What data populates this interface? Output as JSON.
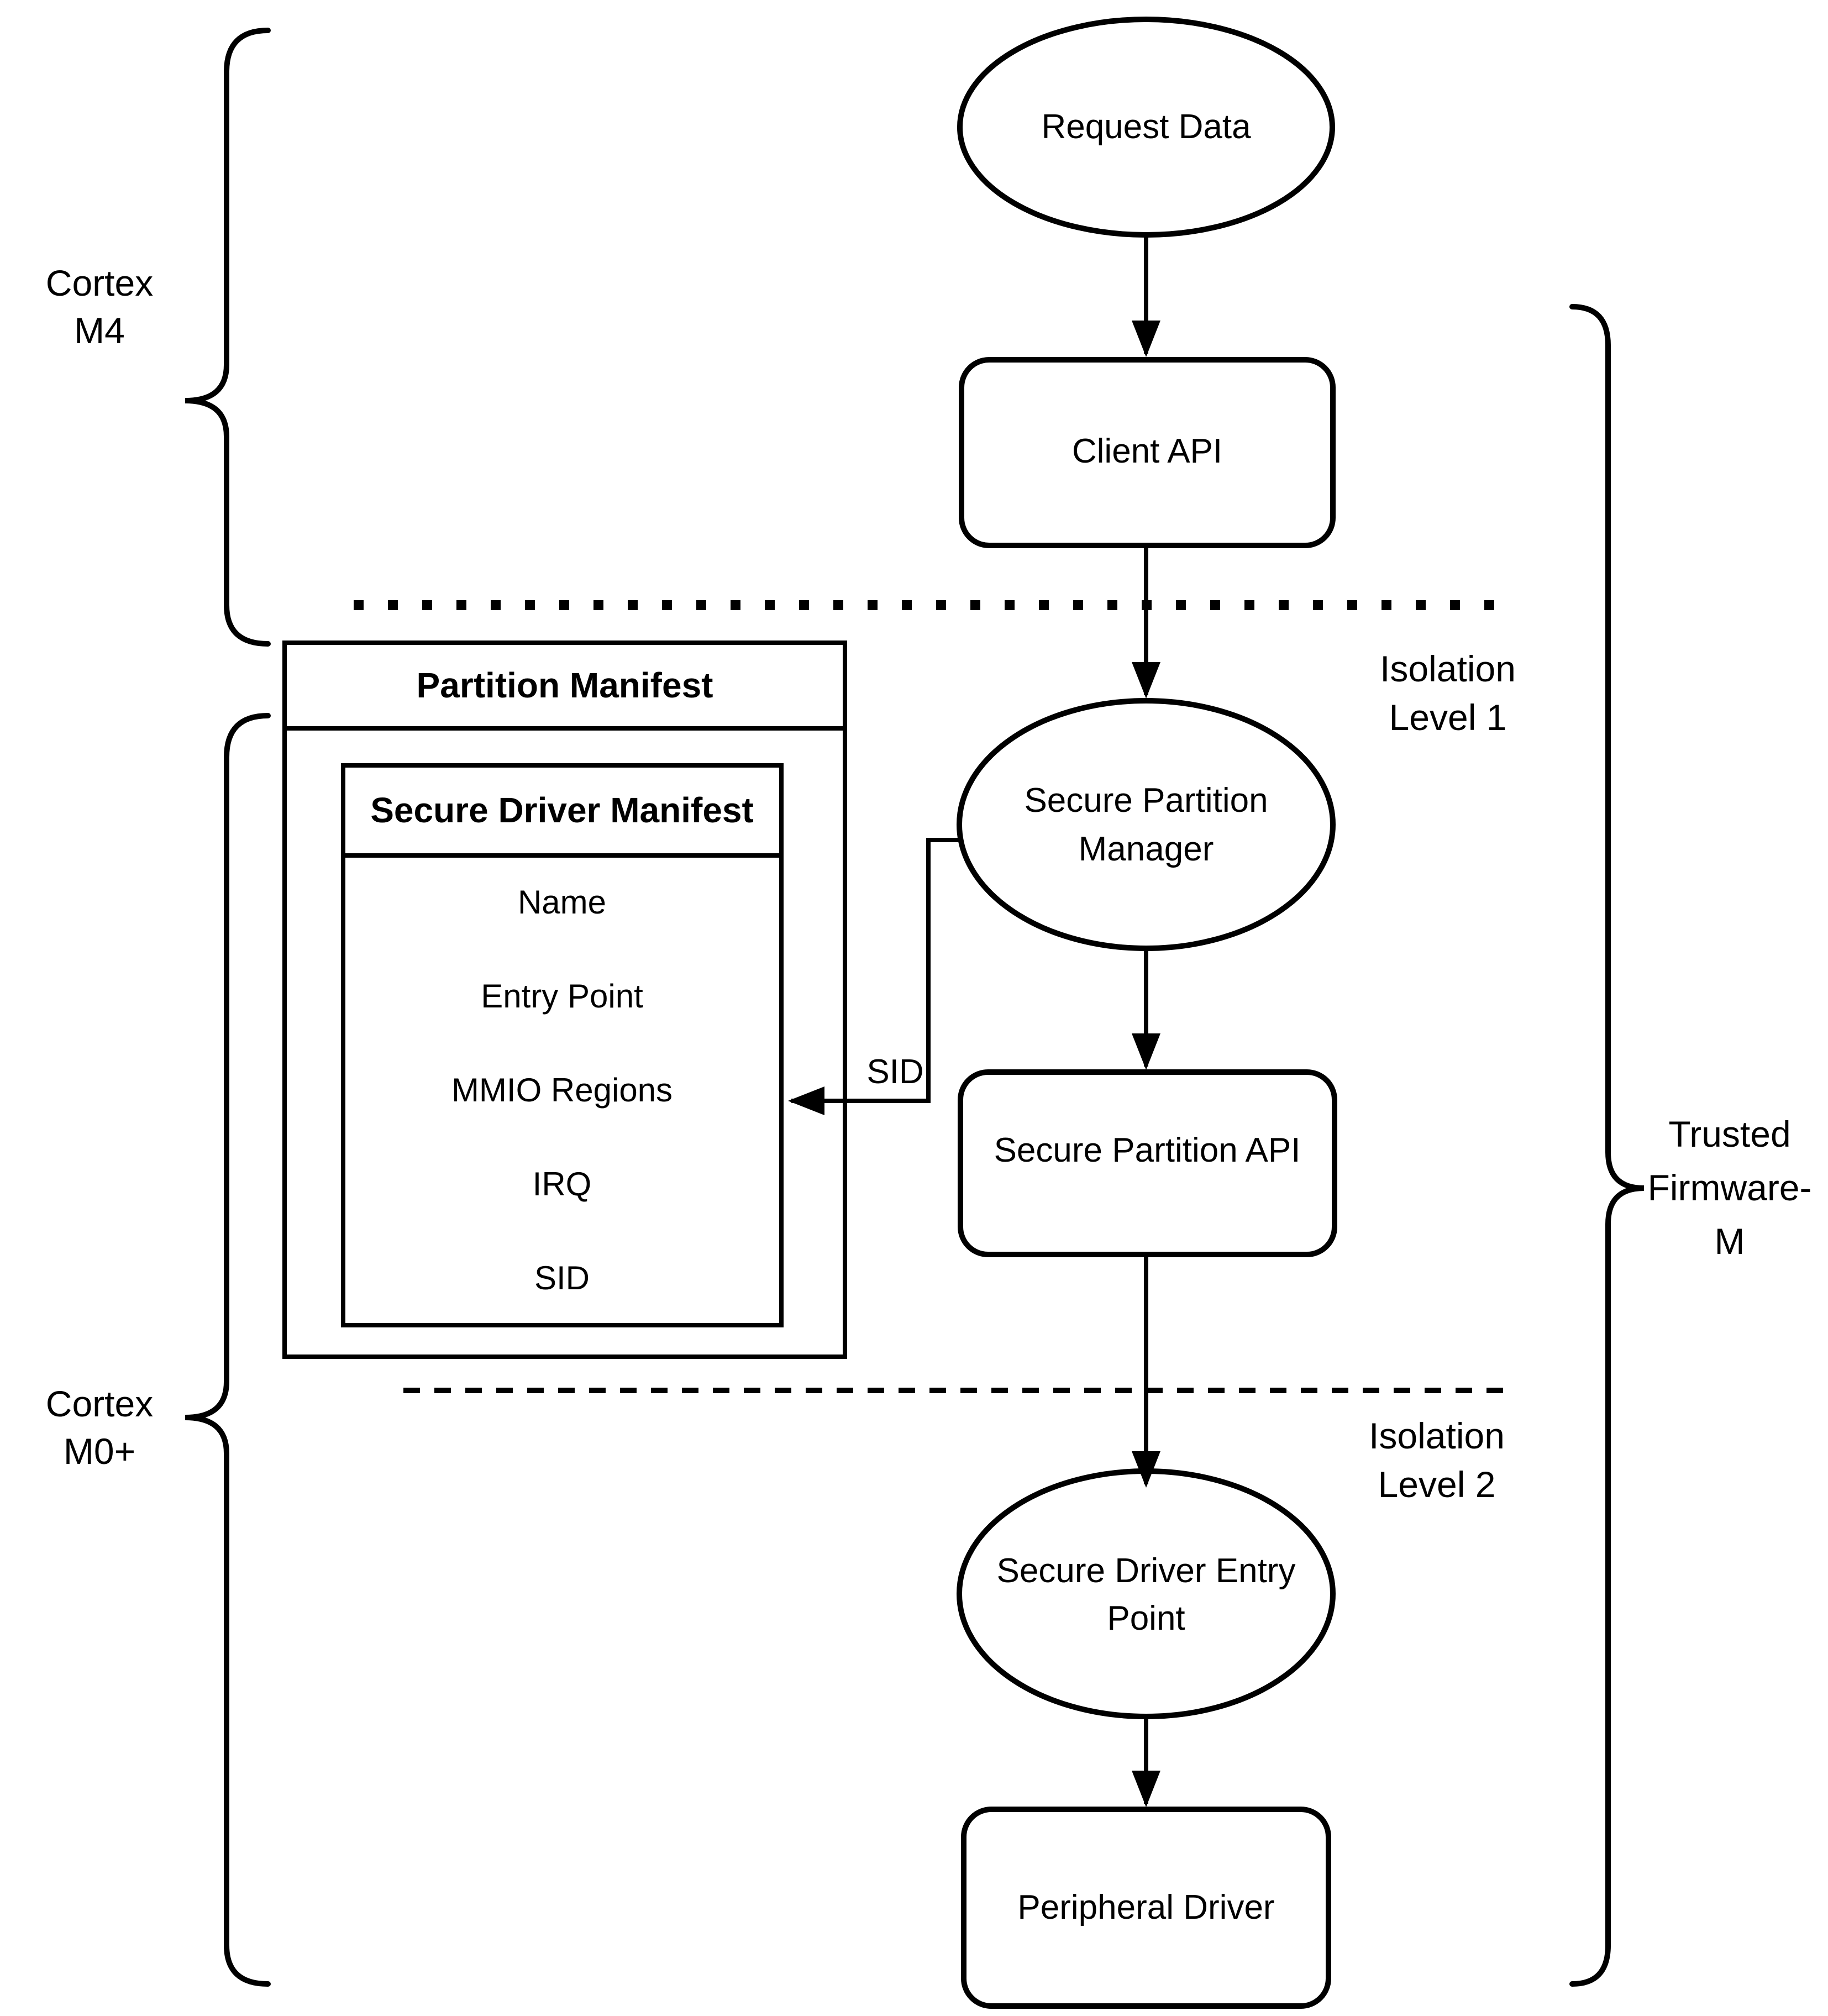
{
  "colors": {
    "ink": "#000000",
    "background": "#ffffff"
  },
  "nodes": {
    "request_data": "Request Data",
    "client_api": "Client API",
    "secure_partition_manager": {
      "line1": "Secure Partition",
      "line2": "Manager"
    },
    "secure_partition_api": "Secure Partition API",
    "secure_driver_entry_point": {
      "line1": "Secure Driver Entry",
      "line2": "Point"
    },
    "peripheral_driver": "Peripheral Driver"
  },
  "manifest": {
    "title": "Partition Manifest",
    "subtitle": "Secure Driver Manifest",
    "items": [
      "Name",
      "Entry Point",
      "MMIO Regions",
      "IRQ",
      "SID"
    ]
  },
  "labels": {
    "cortex_m4": {
      "line1": "Cortex",
      "line2": "M4"
    },
    "cortex_m0": {
      "line1": "Cortex",
      "line2": "M0+"
    },
    "trusted_firmware": {
      "line1": "Trusted",
      "line2": "Firmware-",
      "line3": "M"
    },
    "isolation_level_1": {
      "line1": "Isolation",
      "line2": "Level 1"
    },
    "isolation_level_2": {
      "line1": "Isolation",
      "line2": "Level 2"
    },
    "sid_connector": "SID"
  }
}
